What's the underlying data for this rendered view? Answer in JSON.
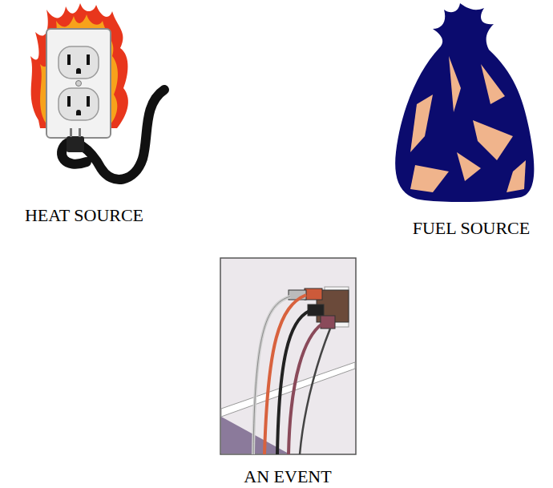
{
  "diagram": {
    "labels": [
      "HEAT SOURCE",
      "FUEL SOURCE",
      "AN EVENT"
    ]
  }
}
